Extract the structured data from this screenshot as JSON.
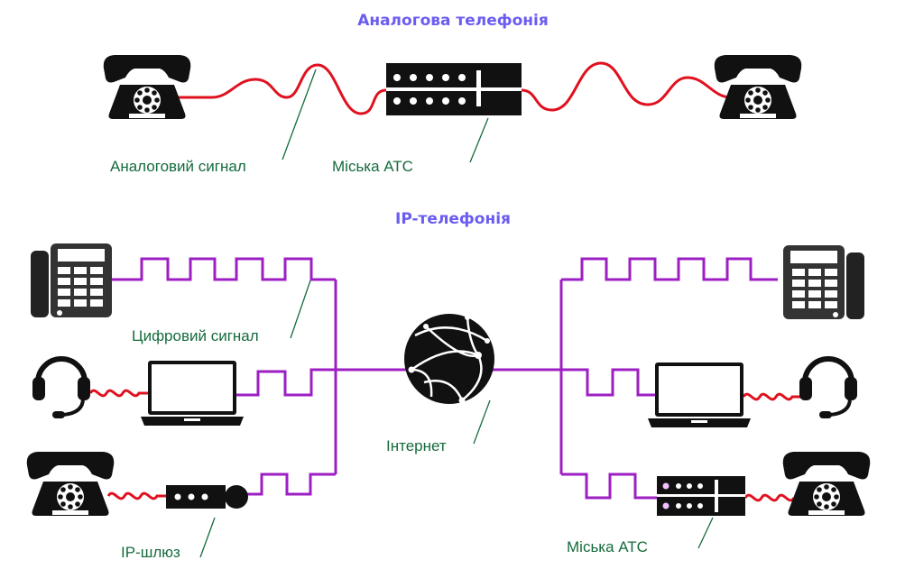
{
  "titles": {
    "analog": "Аналогова телефонія",
    "ip": "IP-телефонія"
  },
  "labels": {
    "analog_signal": "Аналоговий сигнал",
    "city_pbx_top": "Міська АТС",
    "digital_signal": "Цифровий сигнал",
    "internet": "Інтернет",
    "ip_gateway": "IP-шлюз",
    "city_pbx_bottom": "Міська АТС"
  },
  "colors": {
    "title": "#6a5cf0",
    "label": "#156b3c",
    "analog_wire": "#e0111f",
    "digital_wire": "#9d1fc3",
    "device": "#111111"
  },
  "icons": [
    "rotary-phone-icon",
    "pbx-icon",
    "desk-phone-icon",
    "headset-icon",
    "laptop-icon",
    "globe-icon",
    "gateway-icon"
  ]
}
